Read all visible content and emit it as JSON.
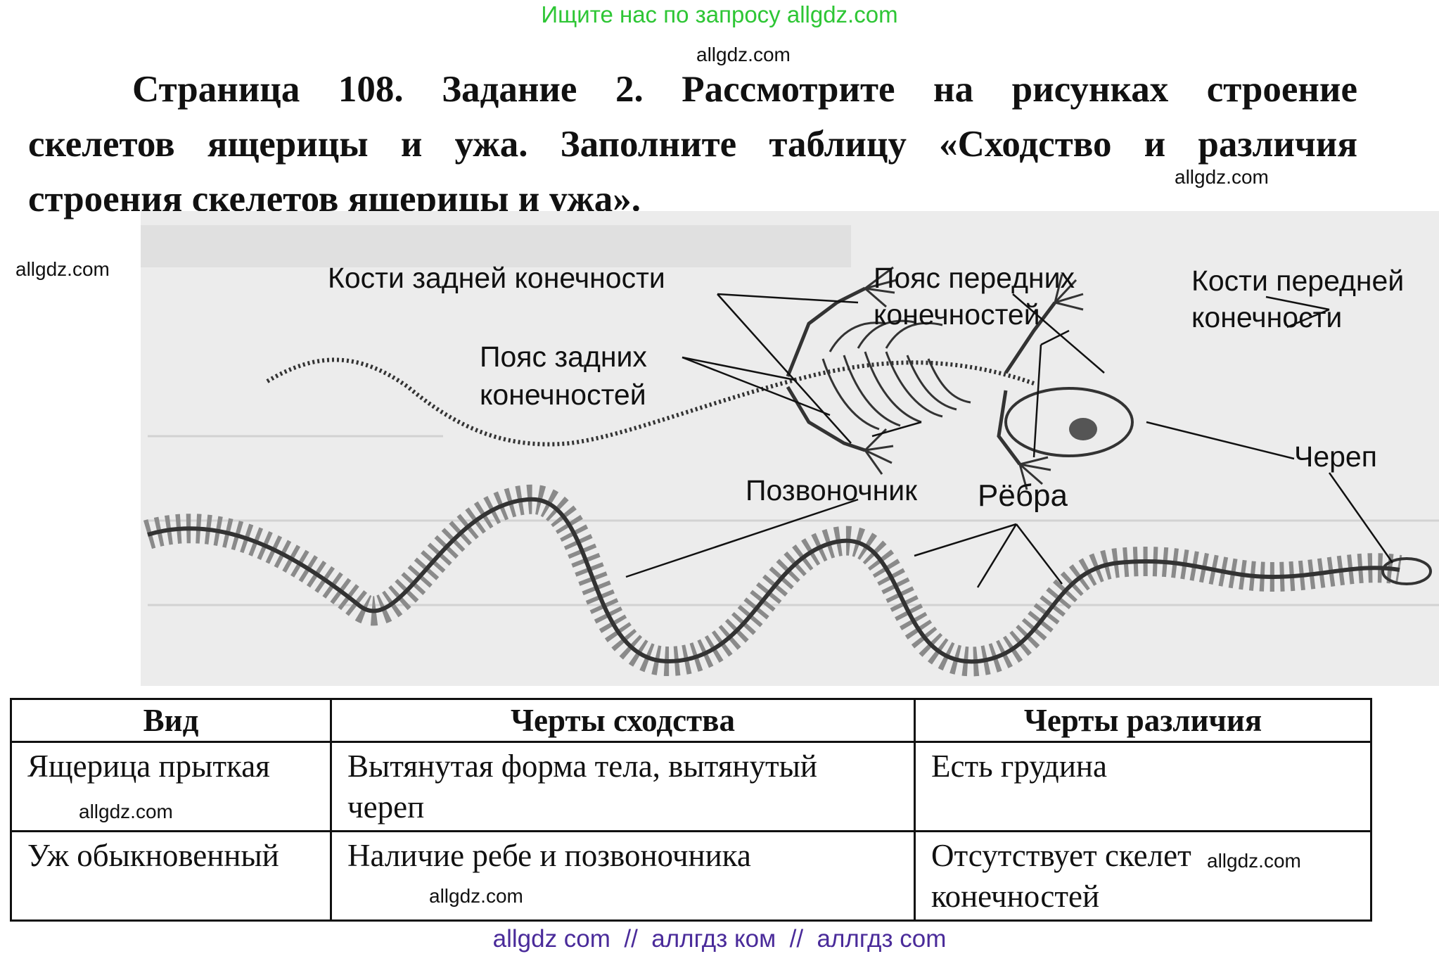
{
  "banner": "Ищите нас по запросу allgdz.com",
  "title": {
    "line1": "Страница 108. Задание 2. Рассмотрите на рисунках строение",
    "line2": "скелетов ящерицы и ужа. Заполните таблицу «Сходство и различия",
    "line3": "строения скелетов ящерицы и ужа»."
  },
  "watermark": "allgdz.com",
  "figure": {
    "labels": {
      "hind_limb_bones": "Кости задней конечности",
      "fore_girdle_1": "Пояс передних",
      "fore_girdle_2": "конечностей",
      "fore_limb_bones_1": "Кости передней",
      "fore_limb_bones_2": "конечности",
      "hind_girdle_1": "Пояс задних",
      "hind_girdle_2": "конечностей",
      "skull": "Череп",
      "spine": "Позвоночник",
      "ribs": "Рёбра"
    }
  },
  "table": {
    "headers": [
      "Вид",
      "Черты сходства",
      "Черты различия"
    ],
    "rows": [
      [
        "Ящерица прыткая",
        "Вытянутая форма тела, вытянутый череп",
        "Есть грудина"
      ],
      [
        "Уж обыкновенный",
        "Наличие ребе и позвоночника",
        "Отсутствует скелет конечностей"
      ]
    ]
  },
  "footer": "allgdz com  //  аллгдз ком  //  аллгдз com",
  "colors": {
    "banner": "#2ec635",
    "footer": "#4a2b9a",
    "text": "#111111"
  }
}
